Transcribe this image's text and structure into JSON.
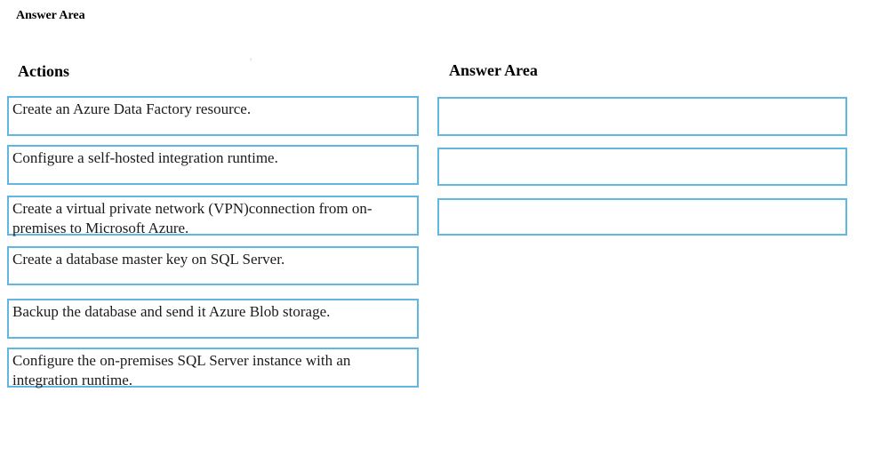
{
  "page": {
    "top_label": "Answer Area"
  },
  "artifacts": {
    "stray_mark": "'"
  },
  "colors": {
    "box_border": "#63b5e2",
    "text": "#1b1b1b",
    "background": "#ffffff"
  },
  "actions": {
    "heading": "Actions",
    "items": [
      {
        "label": "Create an Azure Data Factory resource."
      },
      {
        "label": "Configure a self-hosted integration runtime."
      },
      {
        "label": "Create a virtual private network (VPN)connection from on-\npremises to Microsoft Azure."
      },
      {
        "label": "Create a database master key on SQL Server."
      },
      {
        "label": "Backup the database and send it Azure Blob storage."
      },
      {
        "label": "Configure the on-premises SQL Server instance with an\nintegration runtime."
      }
    ]
  },
  "answer_area": {
    "heading": "Answer Area",
    "slots": [
      "",
      "",
      ""
    ]
  }
}
